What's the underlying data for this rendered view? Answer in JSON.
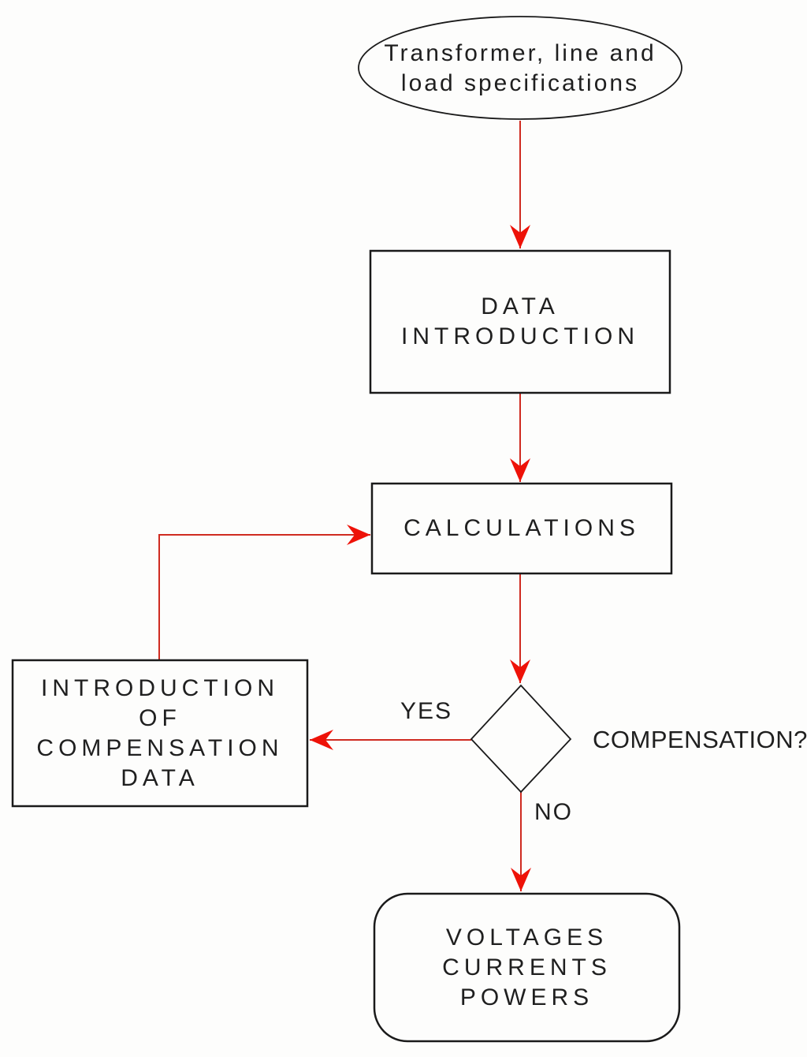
{
  "diagram_type": "flowchart",
  "colors": {
    "background": "#fdfdfc",
    "outline": "#1a1a1a",
    "text": "#1f1f1f",
    "arrow_line": "#cf2b20",
    "arrow_head": "#ee1208"
  },
  "nodes": {
    "start": {
      "type": "terminator-ellipse",
      "label": "Transformer, line and load specifications",
      "lines": [
        "Transformer, line and",
        "load specifications"
      ]
    },
    "data_introduction": {
      "type": "process",
      "label": "DATA INTRODUCTION",
      "lines": [
        "DATA",
        "INTRODUCTION"
      ]
    },
    "calculations": {
      "type": "process",
      "label": "CALCULATIONS",
      "lines": [
        "CALCULATIONS"
      ]
    },
    "compensation_decision": {
      "type": "decision-diamond",
      "label": "COMPENSATION?"
    },
    "compensation_data": {
      "type": "process",
      "label": "INTRODUCTION OF COMPENSATION DATA",
      "lines": [
        "INTRODUCTION",
        "OF",
        "COMPENSATION",
        "DATA"
      ]
    },
    "results": {
      "type": "terminator-rounded",
      "label": "VOLTAGES CURRENTS POWERS",
      "lines": [
        "VOLTAGES",
        "CURRENTS",
        "POWERS"
      ]
    }
  },
  "edges": {
    "yes_label": "YES",
    "no_label": "NO",
    "connections": [
      {
        "from": "start",
        "to": "data_introduction",
        "label": ""
      },
      {
        "from": "data_introduction",
        "to": "calculations",
        "label": ""
      },
      {
        "from": "calculations",
        "to": "compensation_decision",
        "label": ""
      },
      {
        "from": "compensation_decision",
        "to": "compensation_data",
        "label": "YES"
      },
      {
        "from": "compensation_decision",
        "to": "results",
        "label": "NO"
      },
      {
        "from": "compensation_data",
        "to": "calculations",
        "label": ""
      }
    ]
  }
}
